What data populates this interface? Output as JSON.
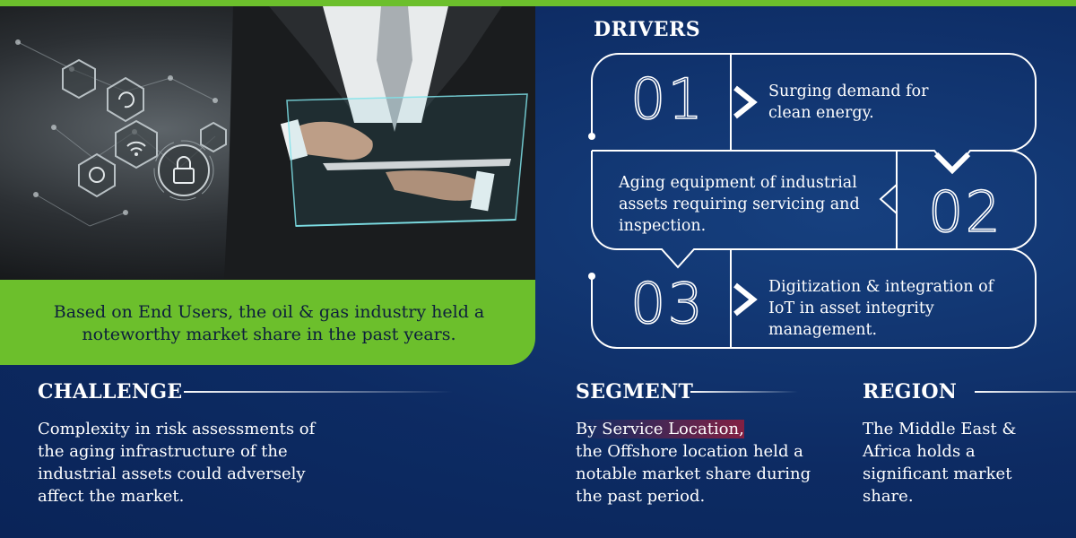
{
  "photo_caption": "Based on End Users, the oil & gas industry held a noteworthy market share in the past years.",
  "drivers": {
    "title": "DRIVERS",
    "items": [
      {
        "number": "01",
        "text": "Surging demand for clean energy."
      },
      {
        "number": "02",
        "text": "Aging equipment of industrial assets requiring servicing and inspection."
      },
      {
        "number": "03",
        "text": "Digitization & integration of IoT in asset integrity management."
      }
    ]
  },
  "challenge": {
    "title": "CHALLENGE",
    "text": "Complexity in risk assessments of the aging infrastructure of the industrial assets could adversely affect the market."
  },
  "segment": {
    "title": "SEGMENT",
    "text_highlight": "By Service Location,",
    "text_rest": "the Offshore location held a notable market share during the past period."
  },
  "region": {
    "title": "REGION",
    "text": "The Middle East & Africa holds a significant market share."
  },
  "colors": {
    "background": "#0d2b63",
    "accent_green": "#6cbf2c",
    "text": "#ffffff"
  },
  "icons": [
    "security-lock-icon",
    "wifi-icon",
    "gear-icon",
    "cloud-icon",
    "refresh-icon",
    "tablet-icon",
    "hexagon-network-icon"
  ]
}
